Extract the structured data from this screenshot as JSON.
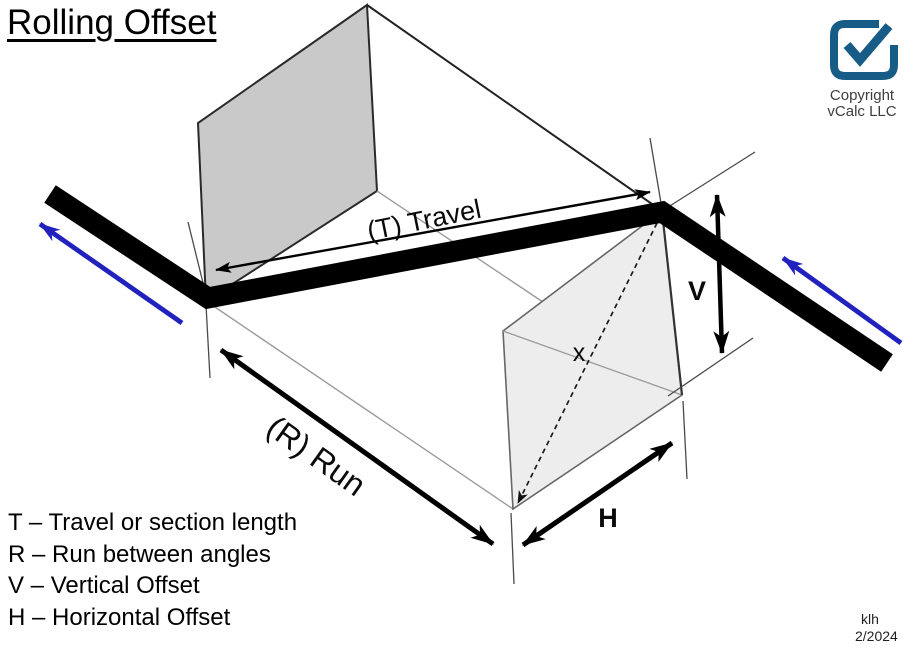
{
  "title": "Rolling Offset",
  "logo": {
    "icon": "checkbox-check-icon"
  },
  "copyright": {
    "line1": "Copyright",
    "line2": "vCalc LLC"
  },
  "diagram": {
    "labels": {
      "travel": "(T) Travel",
      "run": "(R) Run",
      "vertical": "V",
      "horizontal": "H",
      "offset_diagonal": "x"
    }
  },
  "legend": {
    "items": [
      "T – Travel or section length",
      "R – Run between angles",
      "V – Vertical Offset",
      "H – Horizontal Offset"
    ]
  },
  "signature": {
    "initials": "klh",
    "date": "2/2024"
  },
  "colors": {
    "pipe": "#000000",
    "flow_arrow": "#2121bd",
    "logo_blue": "#175b87",
    "left_plane_fill": "#c9c9c9",
    "right_plane_fill": "#ededed"
  }
}
